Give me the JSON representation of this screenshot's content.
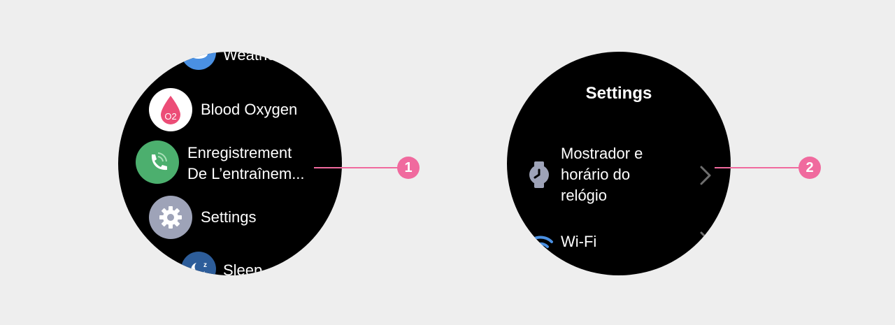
{
  "watch1": {
    "items": [
      {
        "label": "Weather",
        "icon": "weather-icon",
        "color": "#4a90e2"
      },
      {
        "label": "Blood Oxygen",
        "icon": "blood-oxygen-icon",
        "color": "#ffffff"
      },
      {
        "label_line1": "Enregistrement",
        "label_line2": "De L’entraînem...",
        "icon": "workout-phone-icon",
        "color": "#4caf6e"
      },
      {
        "label": "Settings",
        "icon": "gear-icon",
        "color": "#9ea3b8"
      },
      {
        "label": "Sleep",
        "icon": "sleep-icon",
        "color": "#2d5d9a"
      }
    ],
    "oxygen_badge": "O2"
  },
  "watch2": {
    "title": "Settings",
    "items": [
      {
        "line1": "Mostrador e",
        "line2": "horário do",
        "line3": "relógio",
        "icon": "watch-icon"
      },
      {
        "label": "Wi-Fi",
        "icon": "wifi-icon"
      }
    ]
  },
  "callouts": [
    {
      "number": "1"
    },
    {
      "number": "2"
    }
  ],
  "colors": {
    "callout": "#f06a9e",
    "watch_bg": "#000000",
    "page_bg": "#eeeeee"
  }
}
